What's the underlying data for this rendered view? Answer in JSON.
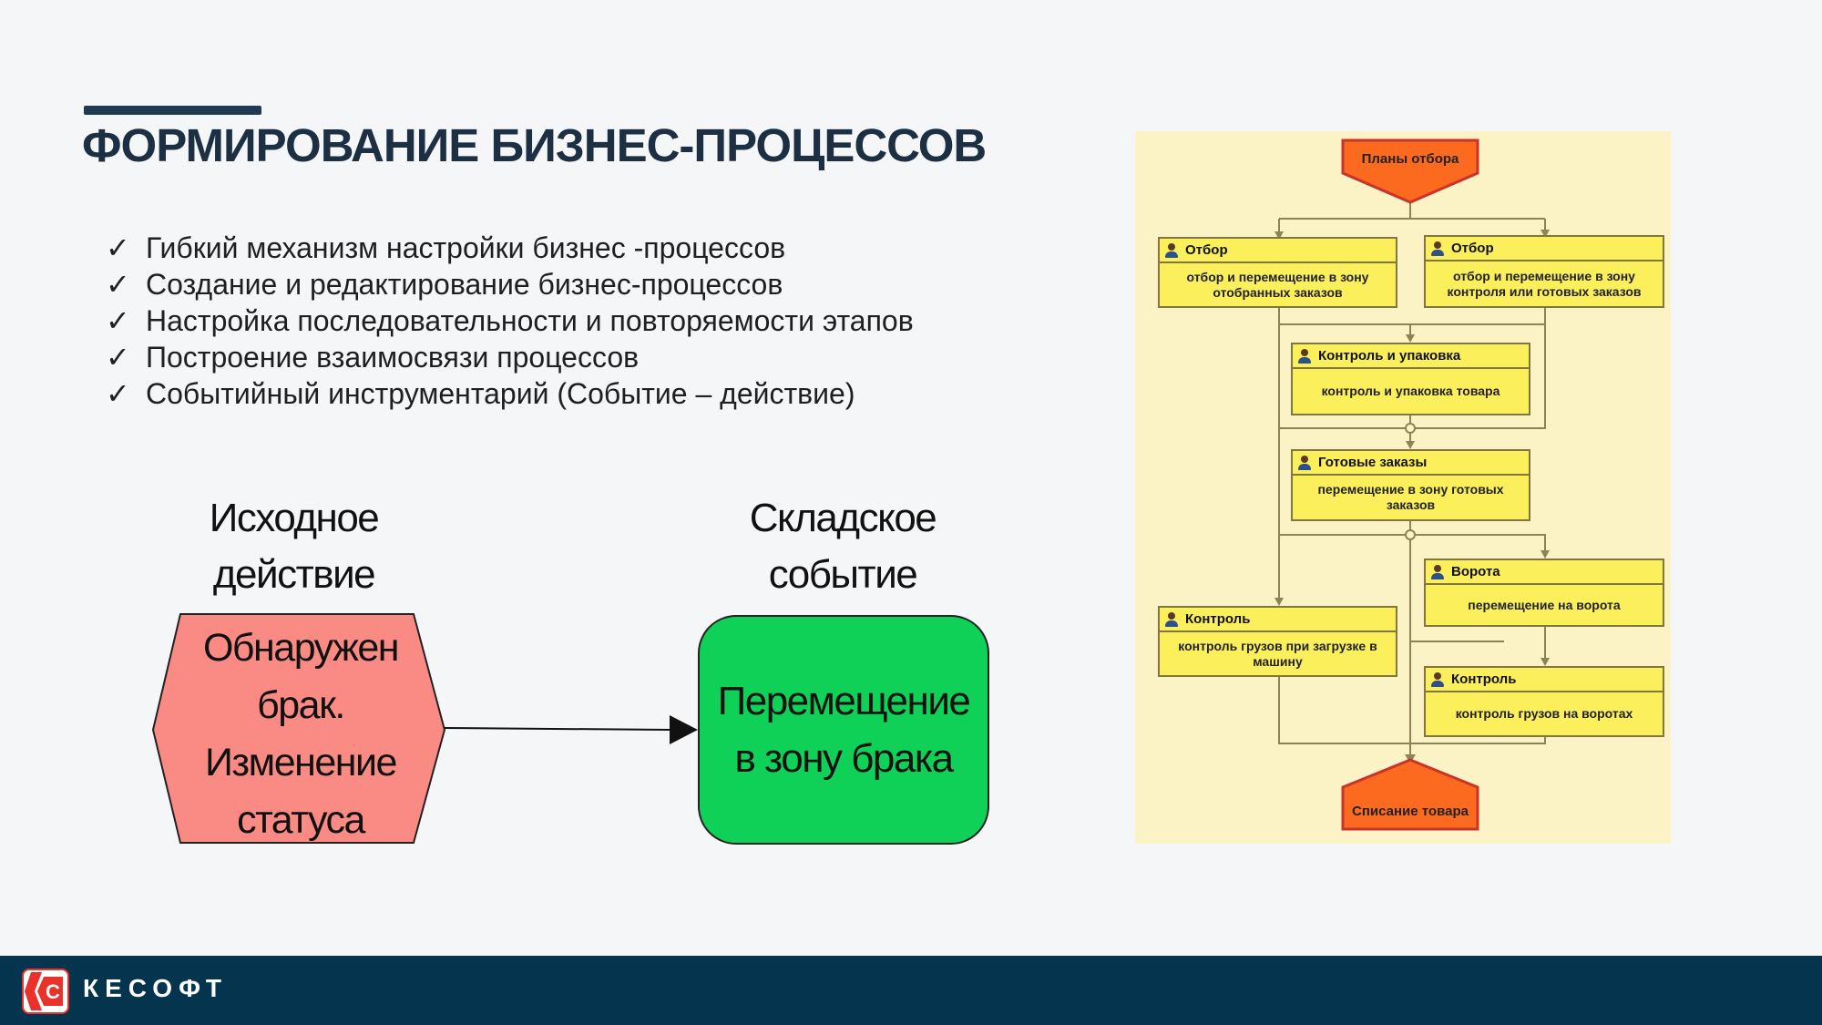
{
  "slide": {
    "title": "ФОРМИРОВАНИЕ БИЗНЕС-ПРОЦЕССОВ",
    "bullets": [
      "Гибкий механизм настройки бизнес -процессов",
      "Создание и редактирование бизнес-процессов",
      "Настройка последовательности и повторяемости этапов",
      "Построение взаимосвязи процессов",
      "Событийный инструментарий (Событие – действие)"
    ],
    "check_glyph": "✓"
  },
  "diagram": {
    "source_caption_line1": "Исходное",
    "source_caption_line2": "действие",
    "event_caption_line1": "Складское",
    "event_caption_line2": "событие",
    "source_node": {
      "lines": [
        "Обнаружен",
        "брак.",
        "Изменение",
        "статуса"
      ],
      "color": "#fa8a84"
    },
    "event_node": {
      "lines": [
        "Перемещение",
        "в зону брака"
      ],
      "color": "#0fd158"
    }
  },
  "flowchart": {
    "start": "Планы отбора",
    "end": "Списание товара",
    "nodes": [
      {
        "header": "Отбор",
        "body": "отбор и перемещение в зону отобранных заказов"
      },
      {
        "header": "Отбор",
        "body": "отбор и перемещение в зону контроля или готовых заказов"
      },
      {
        "header": "Контроль и упаковка",
        "body": "контроль и упаковка товара"
      },
      {
        "header": "Готовые заказы",
        "body": "перемещение в зону готовых заказов"
      },
      {
        "header": "Ворота",
        "body": "перемещение на ворота"
      },
      {
        "header": "Контроль",
        "body": "контроль грузов при загрузке в машину"
      },
      {
        "header": "Контроль",
        "body": "контроль грузов на воротах"
      }
    ],
    "colors": {
      "background": "#fbf2c6",
      "node": "#fbef5c",
      "terminal": "#fb6a1f"
    }
  },
  "footer": {
    "brand": "КЕСОФТ",
    "logo_letter": "C",
    "logo_color": "#e8322a"
  }
}
